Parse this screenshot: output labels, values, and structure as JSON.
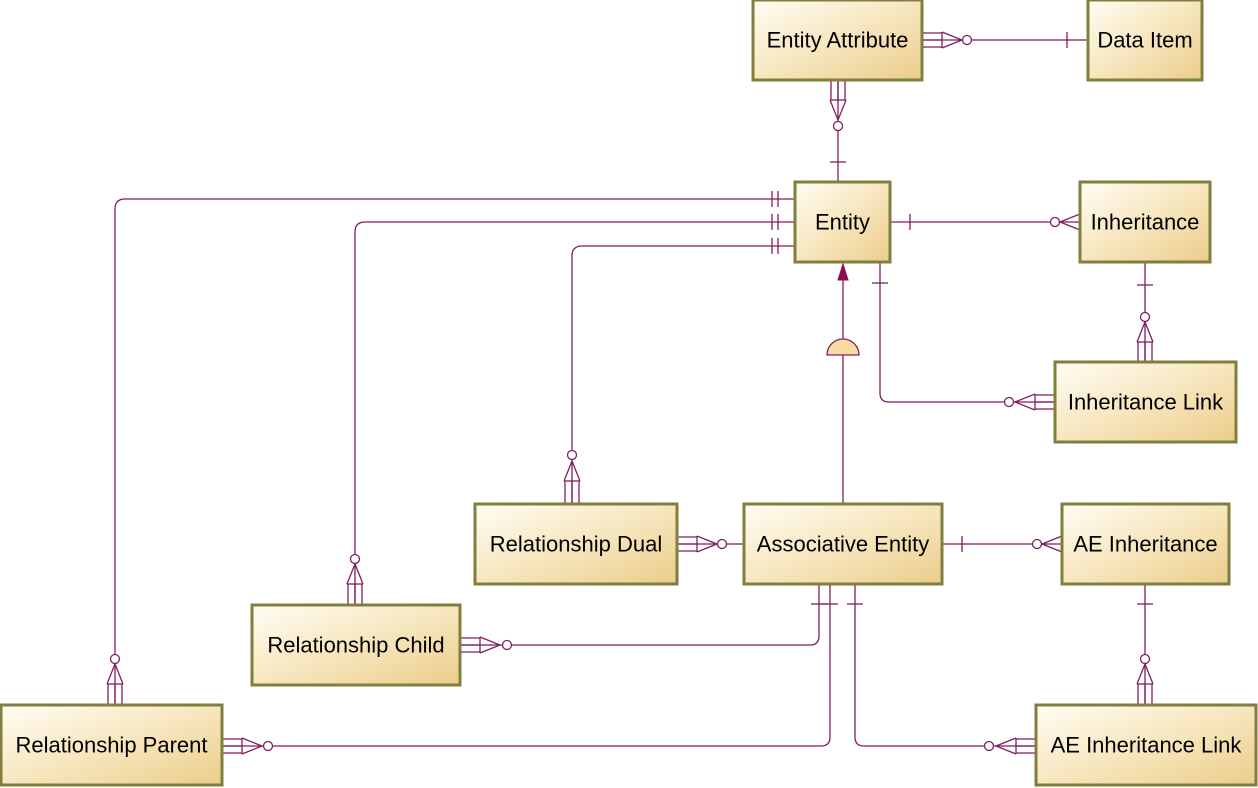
{
  "diagram": {
    "colors": {
      "line": "#7f1f5f",
      "box_border": "#7f7f3f",
      "box_fill_light": "#fffdf4",
      "box_fill_dark": "#ebcd8a",
      "subtype_symbol": "#f6dca0",
      "arrow_head": "#8a1050"
    },
    "entities": {
      "entity_attribute": "Entity Attribute",
      "data_item": "Data Item",
      "entity": "Entity",
      "inheritance": "Inheritance",
      "inheritance_link": "Inheritance Link",
      "relationship_dual": "Relationship Dual",
      "associative_entity": "Associative Entity",
      "ae_inheritance": "AE Inheritance",
      "relationship_child": "Relationship Child",
      "relationship_parent": "Relationship Parent",
      "ae_inheritance_link": "AE Inheritance Link"
    }
  }
}
